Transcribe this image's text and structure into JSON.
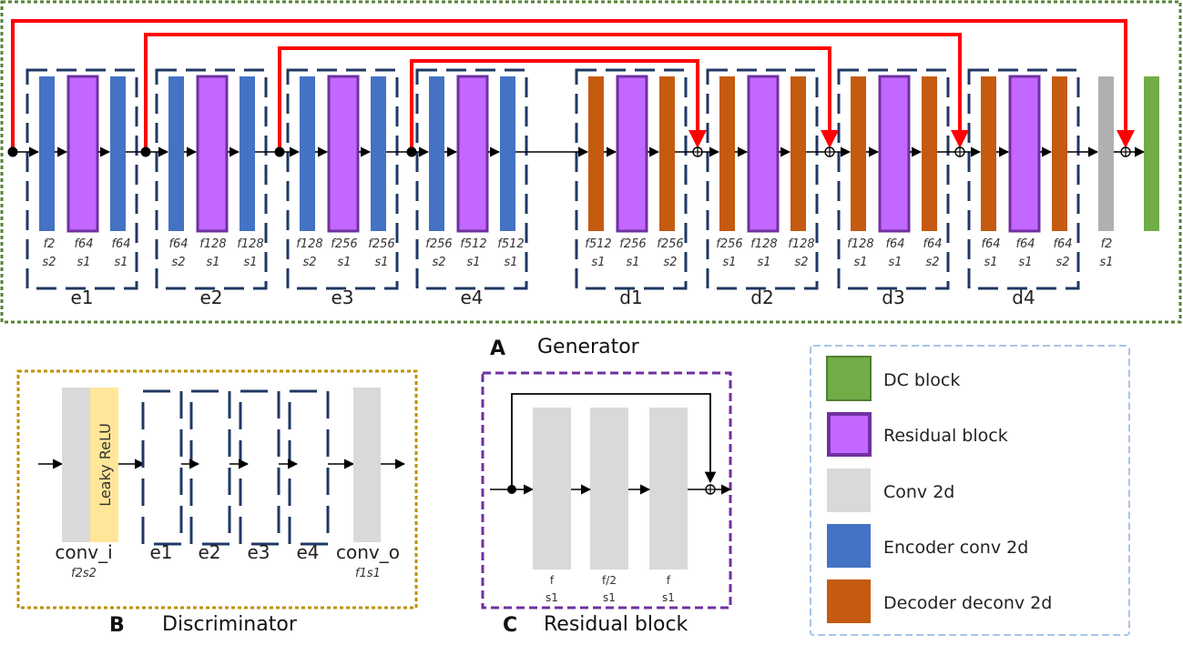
{
  "colors": {
    "encoder": "#4472c4",
    "decoder": "#c55a11",
    "residual": "#c267ff",
    "residual_border": "#7030a0",
    "dc": "#70ad47",
    "conv": "#d9d9d9",
    "generator_conv": "#b0b0b0",
    "relu": "#ffe699",
    "skip": "#ff0000",
    "dash_block": "#1f3864",
    "generator_frame": "#548235",
    "discriminator_frame": "#bf9000",
    "residual_frame": "#7030a0",
    "legend_frame": "#a9c4e8"
  },
  "generator": {
    "panel_letter": "A",
    "title": "Generator",
    "blocks": [
      {
        "name": "e1",
        "kind": "encoder",
        "params": [
          [
            "f2",
            "s2"
          ],
          [
            "f64",
            "s1"
          ],
          [
            "f64",
            "s1"
          ]
        ]
      },
      {
        "name": "e2",
        "kind": "encoder",
        "params": [
          [
            "f64",
            "s2"
          ],
          [
            "f128",
            "s1"
          ],
          [
            "f128",
            "s1"
          ]
        ]
      },
      {
        "name": "e3",
        "kind": "encoder",
        "params": [
          [
            "f128",
            "s2"
          ],
          [
            "f256",
            "s1"
          ],
          [
            "f256",
            "s1"
          ]
        ]
      },
      {
        "name": "e4",
        "kind": "encoder",
        "params": [
          [
            "f256",
            "s2"
          ],
          [
            "f512",
            "s1"
          ],
          [
            "f512",
            "s1"
          ]
        ]
      },
      {
        "name": "d1",
        "kind": "decoder",
        "params": [
          [
            "f512",
            "s1"
          ],
          [
            "f256",
            "s1"
          ],
          [
            "f256",
            "s2"
          ]
        ]
      },
      {
        "name": "d2",
        "kind": "decoder",
        "params": [
          [
            "f256",
            "s1"
          ],
          [
            "f128",
            "s1"
          ],
          [
            "f128",
            "s2"
          ]
        ]
      },
      {
        "name": "d3",
        "kind": "decoder",
        "params": [
          [
            "f128",
            "s1"
          ],
          [
            "f64",
            "s1"
          ],
          [
            "f64",
            "s2"
          ]
        ]
      },
      {
        "name": "d4",
        "kind": "decoder",
        "params": [
          [
            "f64",
            "s1"
          ],
          [
            "f64",
            "s1"
          ],
          [
            "f64",
            "s2"
          ]
        ]
      }
    ],
    "final_conv": [
      "f2",
      "s1"
    ]
  },
  "discriminator": {
    "panel_letter": "B",
    "title": "Discriminator",
    "relu_label": "Leaky ReLU",
    "conv_in": {
      "name": "conv_i",
      "params": "f2s2"
    },
    "blocks": [
      "e1",
      "e2",
      "e3",
      "e4"
    ],
    "conv_out": {
      "name": "conv_o",
      "params": "f1s1"
    }
  },
  "residual": {
    "panel_letter": "C",
    "title": "Residual block",
    "layers": [
      [
        "f",
        "s1"
      ],
      [
        "f/2",
        "s1"
      ],
      [
        "f",
        "s1"
      ]
    ]
  },
  "legend": [
    {
      "label": "DC block",
      "swatch": "dc"
    },
    {
      "label": "Residual block",
      "swatch": "residual"
    },
    {
      "label": "Conv 2d",
      "swatch": "conv"
    },
    {
      "label": "Encoder conv 2d",
      "swatch": "encoder"
    },
    {
      "label": "Decoder deconv 2d",
      "swatch": "decoder"
    }
  ]
}
